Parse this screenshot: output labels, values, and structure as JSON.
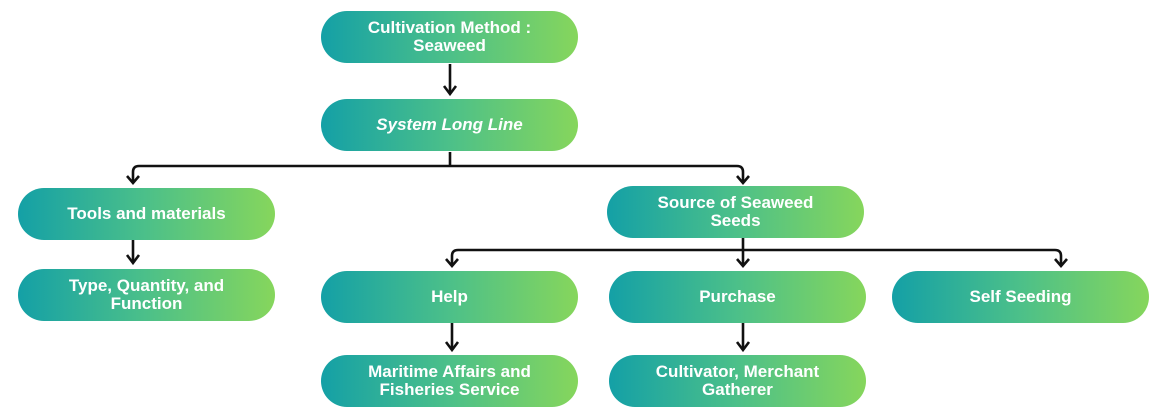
{
  "colors": {
    "gradient_start": "#14a0a6",
    "gradient_mid": "#4cc089",
    "gradient_end": "#86d65c",
    "connector": "#111111",
    "text": "#ffffff"
  },
  "nodes": {
    "root": "Cultivation Method :\nSeaweed",
    "system": "System Long Line",
    "tools": "Tools and materials",
    "type_quantity": "Type, Quantity, and\nFunction",
    "source": "Source of Seaweed\nSeeds",
    "help": "Help",
    "purchase": "Purchase",
    "self_seeding": "Self Seeding",
    "maritime": "Maritime Affairs and\nFisheries Service",
    "cultivator": "Cultivator, Merchant\nGatherer"
  }
}
